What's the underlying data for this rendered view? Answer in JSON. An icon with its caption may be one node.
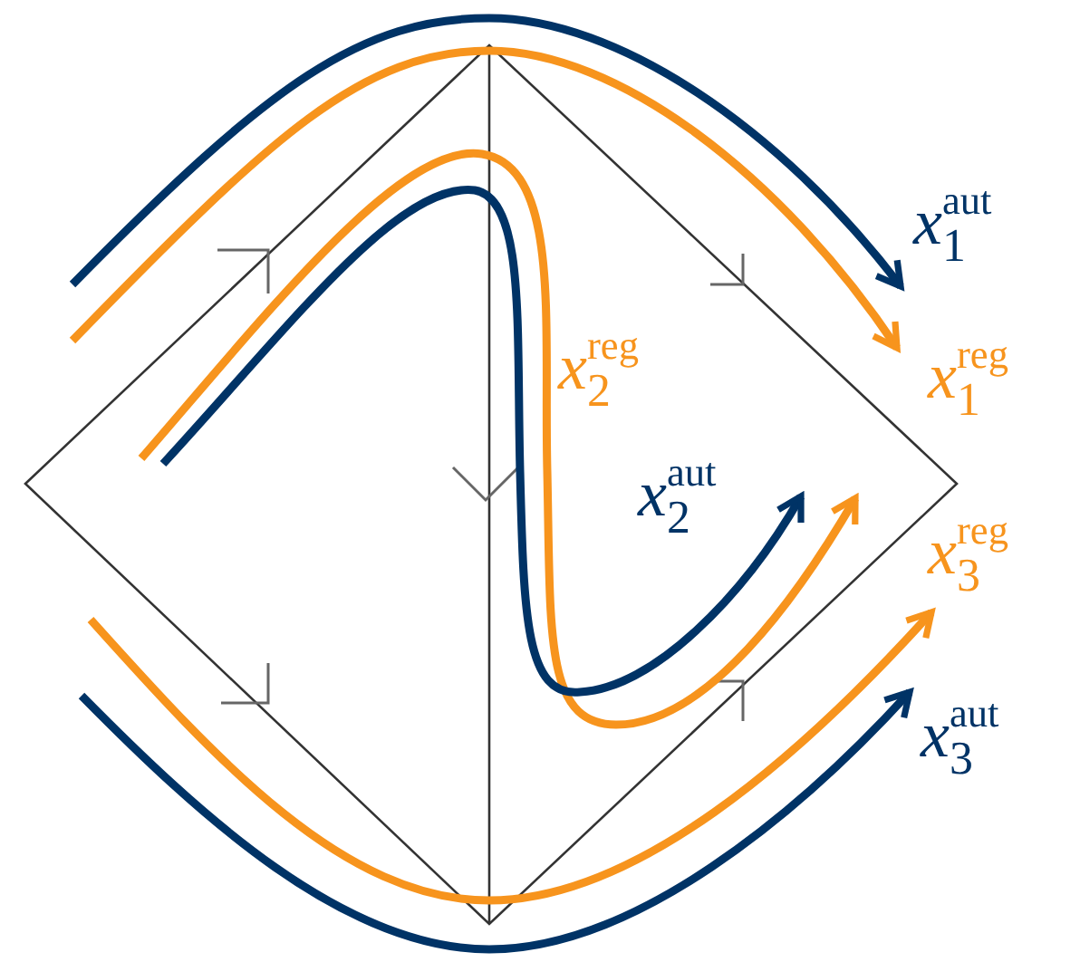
{
  "diagram": {
    "labels": [
      "*x*$_{1}$$^{aut}$",
      "*x*$_{2}$$^{reg}$",
      "*x*$_{1}$$^{reg}$",
      "*x*$_{2}$$^{aut}$",
      "*x*$_{3}$$^{reg}$",
      "*x*$_{3}$$^{aut}$"
    ]
  }
}
